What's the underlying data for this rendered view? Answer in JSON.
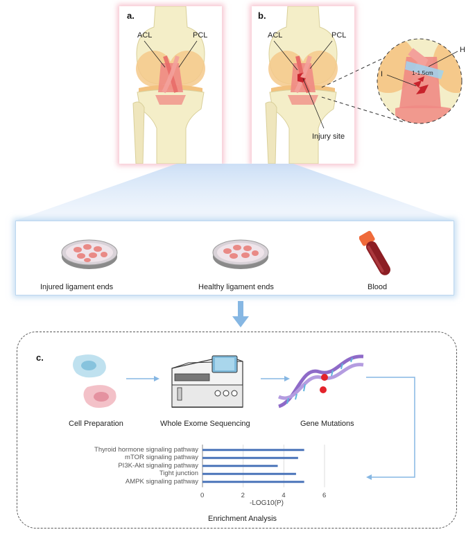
{
  "panels": {
    "a": {
      "letter": "a.",
      "acl": "ACL",
      "pcl": "PCL"
    },
    "b": {
      "letter": "b.",
      "acl": "ACL",
      "pcl": "PCL",
      "injury": "Injury site",
      "inset_h": "H",
      "inset_i": "I",
      "inset_measure": "1-1.5cm"
    },
    "c": {
      "letter": "c."
    }
  },
  "samples": [
    "Injured ligament ends",
    "Healthy ligament ends",
    "Blood"
  ],
  "workflow": [
    "Cell Preparation",
    "Whole Exome Sequencing",
    "Gene Mutations"
  ],
  "colors": {
    "arrow": "#86b7e3",
    "bar": "#4a74b9",
    "cartilage": "#f2c98a",
    "ligament": "#f08a84",
    "injury": "#c8232c"
  },
  "chart_data": {
    "type": "bar",
    "orientation": "horizontal",
    "categories": [
      "Thyroid hormone signaling pathway",
      "mTOR signaling pathway",
      "PI3K-Akt signaling pathway",
      "Tight junction",
      "AMPK signaling pathway"
    ],
    "values": [
      5.0,
      4.7,
      3.7,
      4.6,
      5.0
    ],
    "xlabel": "-LOG10(P)",
    "xlim": [
      0,
      6
    ],
    "xticks": [
      "0",
      "2",
      "4",
      "6"
    ],
    "title": "Enrichment Analysis",
    "grid": "vertical"
  }
}
